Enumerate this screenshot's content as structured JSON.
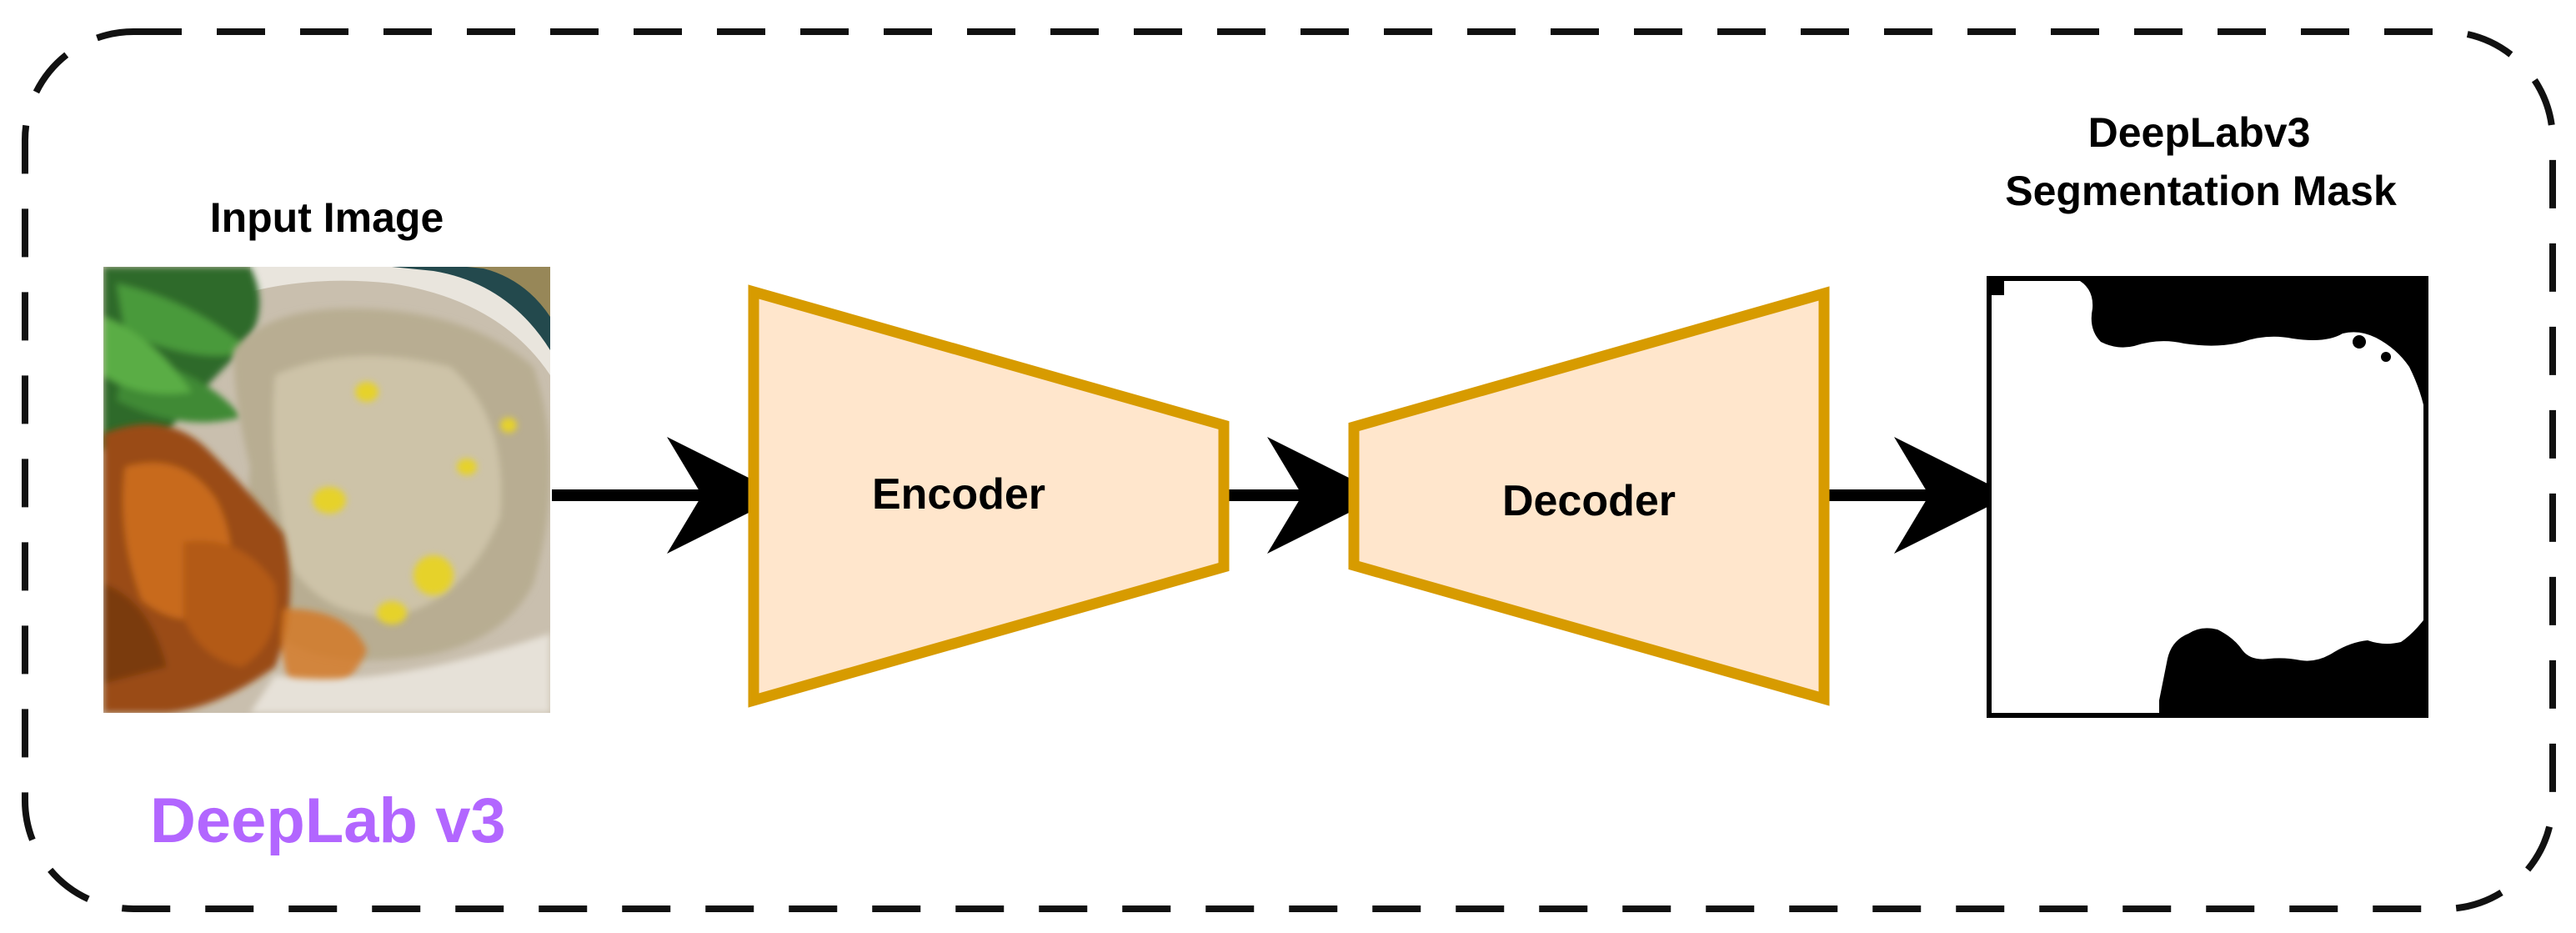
{
  "diagram": {
    "model_label": "DeepLab v3",
    "input": {
      "title": "Input Image"
    },
    "encoder": {
      "label": "Encoder"
    },
    "decoder": {
      "label": "Decoder"
    },
    "output": {
      "title_line1": "DeepLabv3",
      "title_line2": "Segmentation Mask"
    },
    "colors": {
      "frame": "#111111",
      "block_fill": "#ffe6cc",
      "block_stroke": "#d79b00",
      "arrow": "#000000",
      "model_label": "#b266ff",
      "mask_bg": "#000000",
      "mask_fg": "#ffffff"
    }
  }
}
